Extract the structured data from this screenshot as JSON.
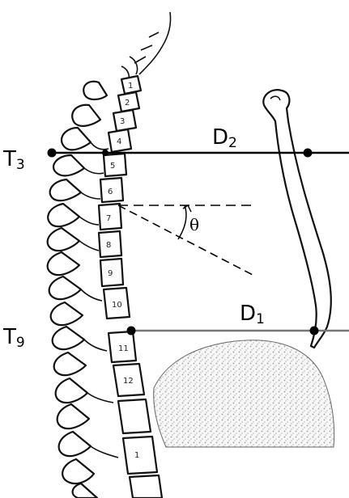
{
  "labels": {
    "t3": {
      "main": "T",
      "sub": "3"
    },
    "t9": {
      "main": "T",
      "sub": "9"
    },
    "d2": {
      "main": "D",
      "sub": "2"
    },
    "d1": {
      "main": "D",
      "sub": "1"
    },
    "theta": "θ"
  },
  "vertebrae_numbers": [
    "1",
    "2",
    "3",
    "4",
    "5",
    "6",
    "7",
    "8",
    "9",
    "10",
    "11",
    "12",
    "1"
  ]
}
